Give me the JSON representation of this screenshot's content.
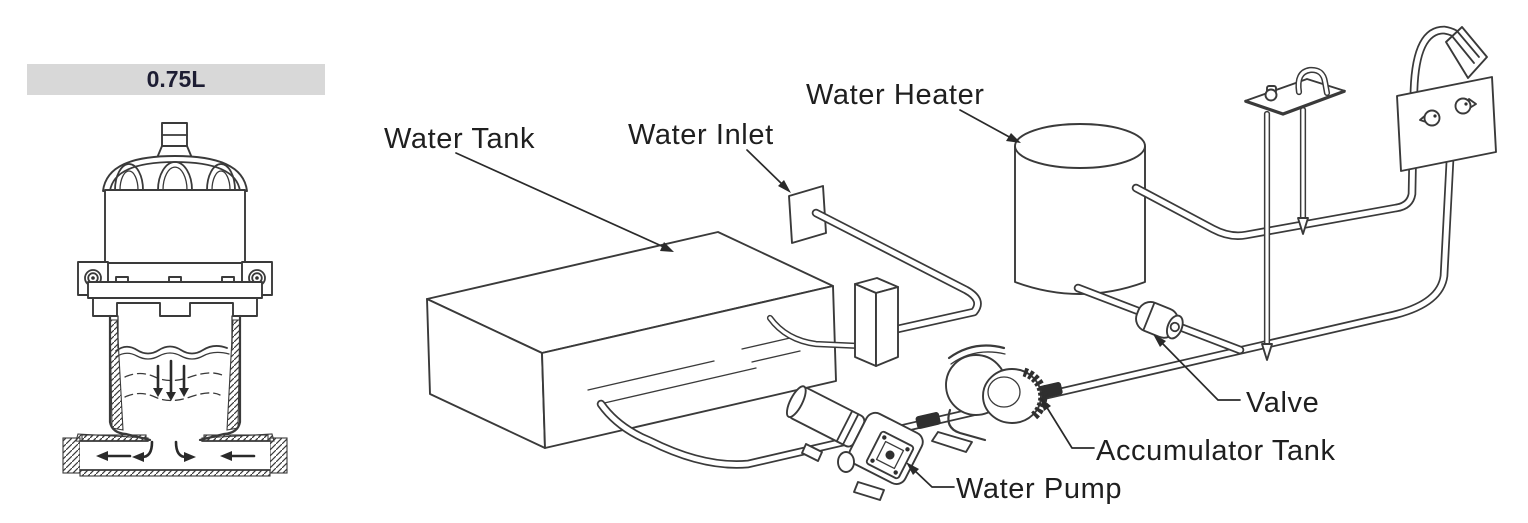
{
  "detail_view": {
    "capacity_label": "0.75L"
  },
  "labels": {
    "water_tank": "Water Tank",
    "water_inlet": "Water Inlet",
    "water_heater": "Water Heater",
    "valve": "Valve",
    "accumulator_tank": "Accumulator Tank",
    "water_pump": "Water Pump"
  },
  "colors": {
    "line": "#3a3a3a",
    "banner_bg": "#d8d8d8",
    "text": "#1f1f1f"
  }
}
